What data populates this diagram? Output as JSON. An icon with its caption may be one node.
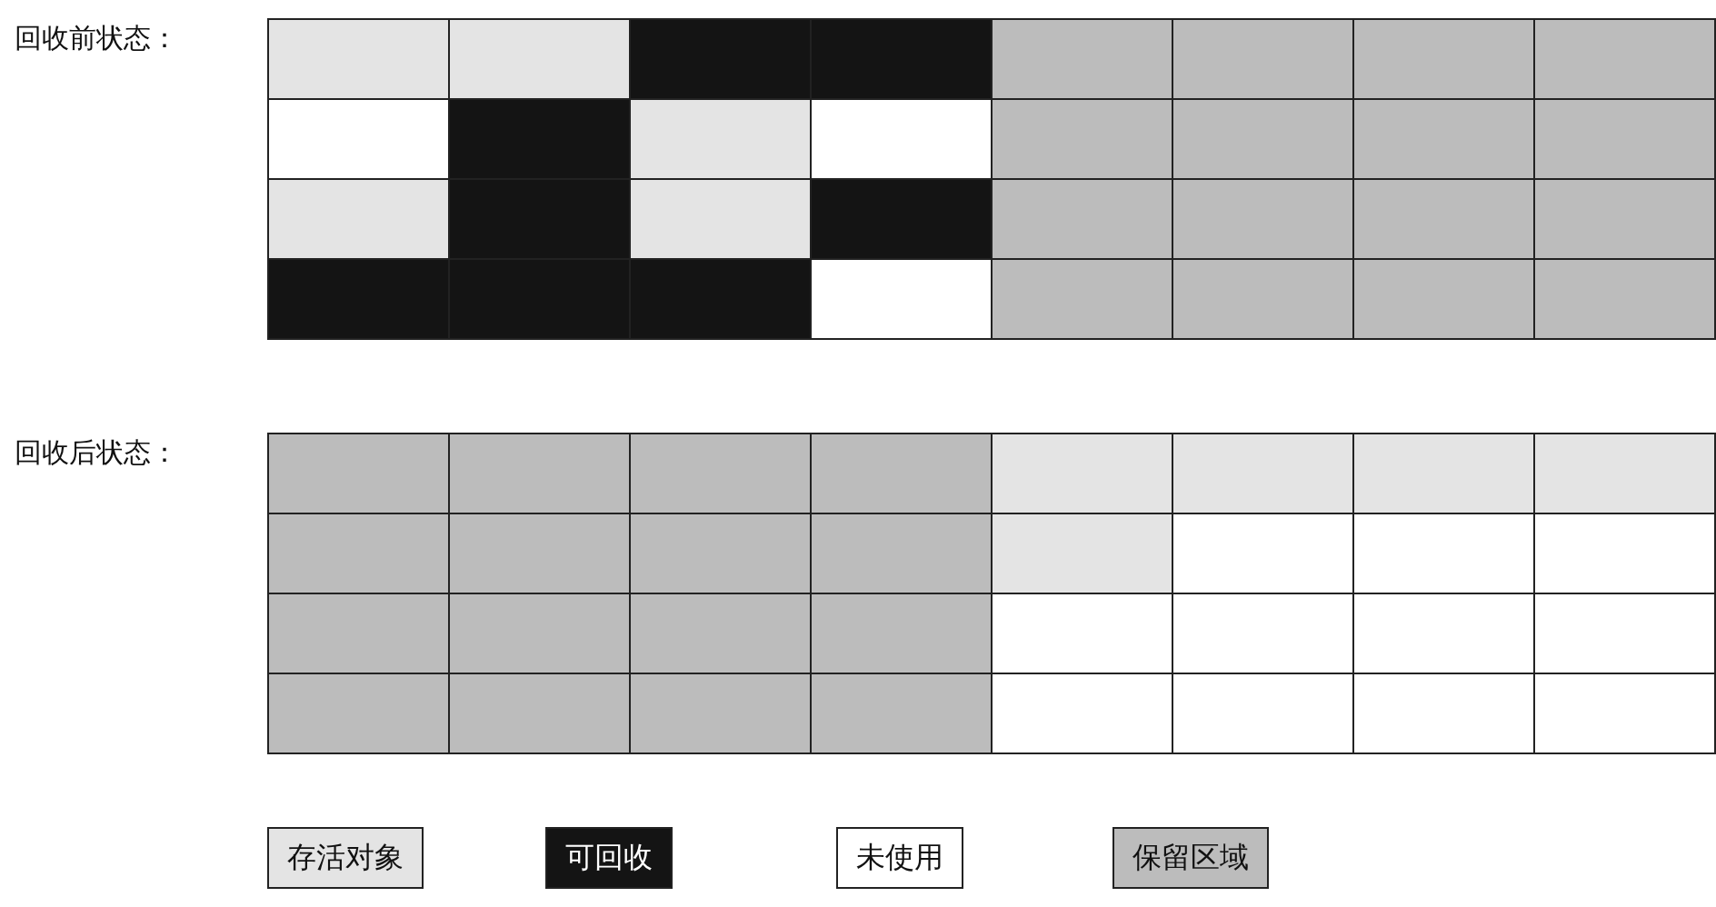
{
  "diagram": {
    "labels": [
      "回收前状态：",
      "回收后状态："
    ],
    "legend": [
      {
        "text": "存活对象",
        "color": "#e4e4e4"
      },
      {
        "text": "可回收",
        "color": "#141414"
      },
      {
        "text": "未使用",
        "color": "#ffffff"
      },
      {
        "text": "保留区域",
        "color": "#bcbcbc"
      }
    ]
  }
}
